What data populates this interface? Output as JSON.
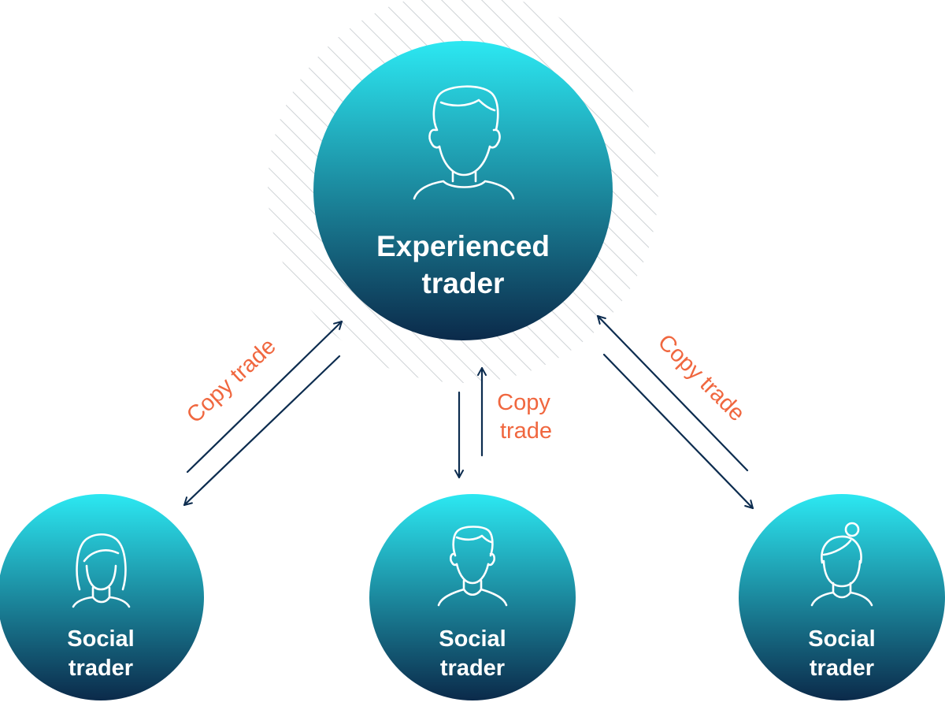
{
  "colors": {
    "gradient_top": "#2ce8f2",
    "gradient_bottom": "#0b2a4a",
    "arrow": "#0c2c4f",
    "label_accent": "#f0673f",
    "hatch": "#cfd3d6"
  },
  "nodes": {
    "experienced": {
      "line1": "Experienced",
      "line2": "trader",
      "icon": "man-avatar-icon"
    },
    "left": {
      "line1": "Social",
      "line2": "trader",
      "icon": "woman-long-hair-avatar-icon"
    },
    "middle": {
      "line1": "Social",
      "line2": "trader",
      "icon": "man-avatar-icon"
    },
    "right": {
      "line1": "Social",
      "line2": "trader",
      "icon": "woman-bun-avatar-icon"
    }
  },
  "edges": {
    "left": {
      "label": "Copy trade"
    },
    "middle": {
      "line1": "Copy",
      "line2": "trade"
    },
    "right": {
      "label": "Copy trade"
    }
  }
}
